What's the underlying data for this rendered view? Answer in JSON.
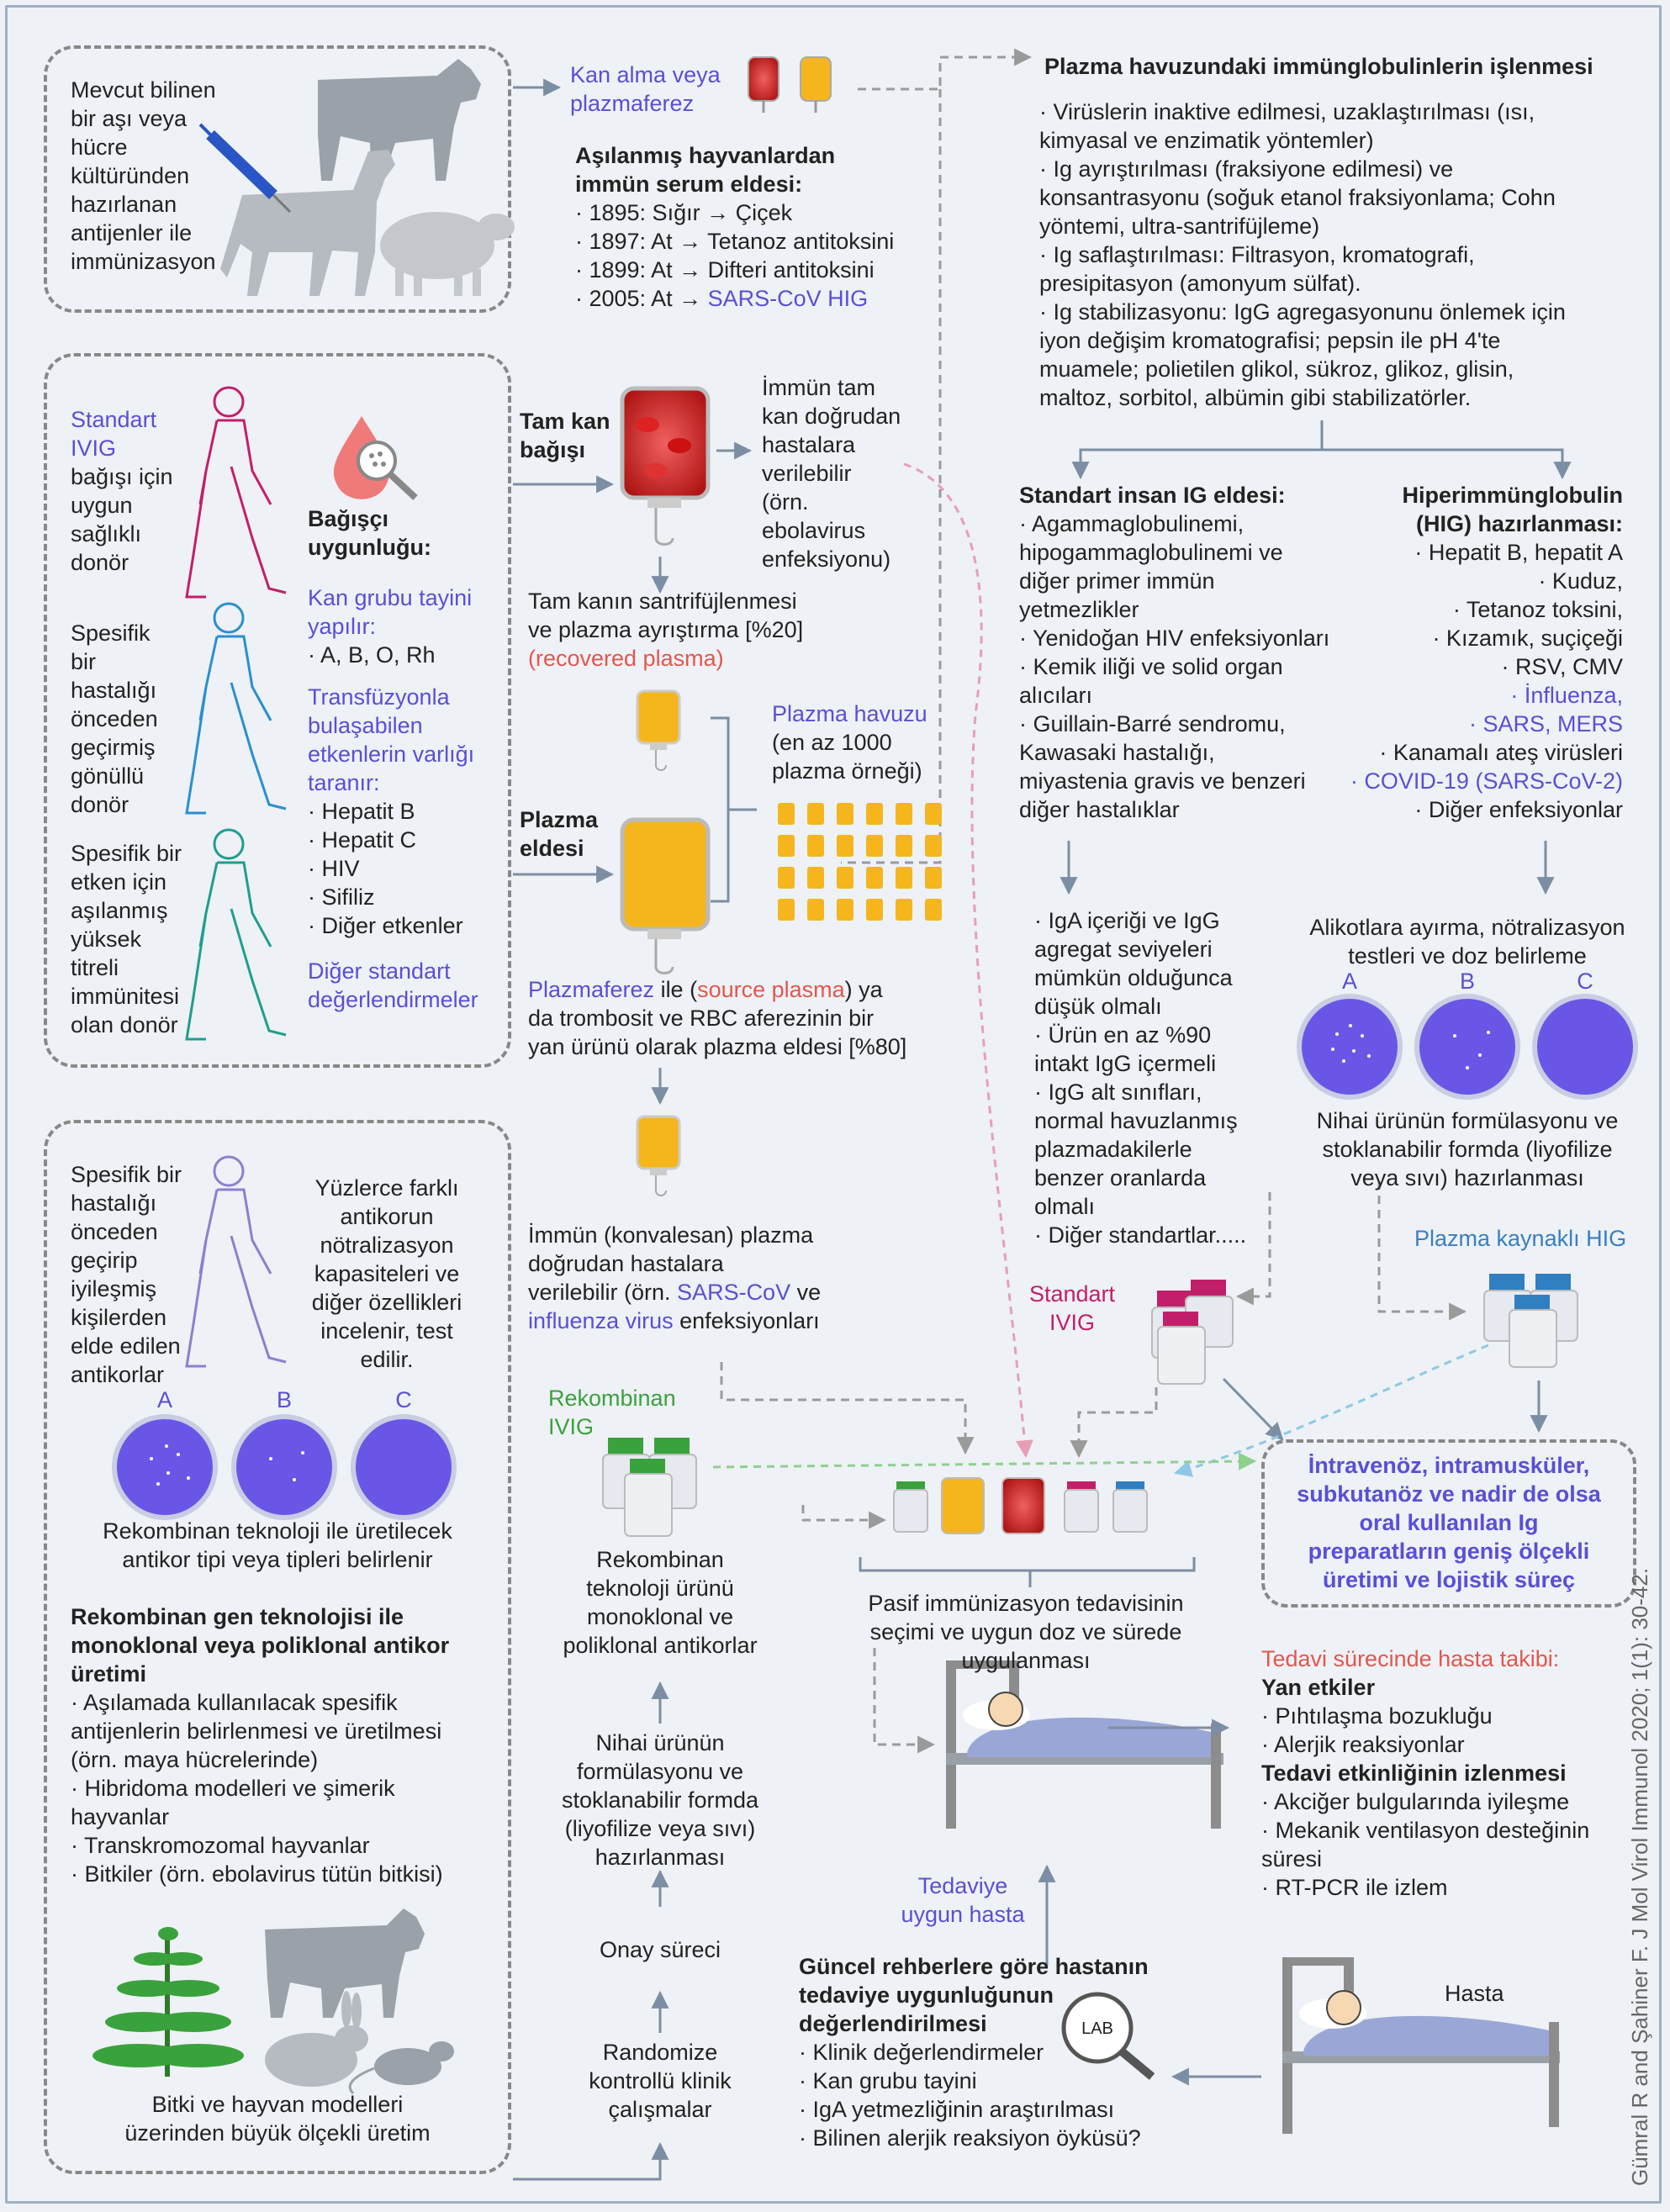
{
  "colors": {
    "text": "#222222",
    "blue": "#5a4fd6",
    "light_blue": "#3a7fc1",
    "red": "#e0584e",
    "pink": "#c21f6b",
    "green": "#3aa23c",
    "arrow": "#7c8ea3",
    "dashed": "#888888"
  },
  "animal_box": {
    "text": "Mevcut bilinen\nbir aşı veya\nhücre\nkültüründen\nhazırlanan\nantijenler ile\nimmünizasyon",
    "icons": [
      "cow-icon",
      "horse-icon",
      "sheep-icon",
      "syringe-icon"
    ]
  },
  "blood_collection": {
    "label": "Kan alma veya\nplazmaferez"
  },
  "serum": {
    "title": "Aşılanmış hayvanlardan\nimmün serum eldesi:",
    "items": [
      "· 1895: Sığır → Çiçek",
      "· 1897: At → Tetanoz antitoksini",
      "· 1899: At → Difteri antitoksini"
    ],
    "last_prefix": "· 2005: At → ",
    "last_highlight": "SARS-CoV HIG"
  },
  "processing": {
    "title": "Plazma havuzundaki immünglobulinlerin işlenmesi",
    "items": [
      "· Virüslerin inaktive edilmesi, uzaklaştırılması (ısı,\nkimyasal ve enzimatik yöntemler)",
      "· Ig ayrıştırılması (fraksiyone edilmesi) ve\nkonsantrasyonu (soğuk etanol fraksiyonlama; Cohn\nyöntemi, ultra-santrifüjleme)",
      "· Ig saflaştırılması: Filtrasyon, kromatografi,\npresipitasyon (amonyum sülfat).",
      "· Ig stabilizasyonu: IgG agregasyonunu önlemek için\niyon değişim kromatografisi; pepsin ile pH 4'te\nmuamele; polietilen glikol, sükroz, glikoz, glisin,\nmaltoz, sorbitol, albümin gibi stabilizatörler."
    ]
  },
  "donors": {
    "standard_hl": "Standart\nIVIG",
    "standard": "bağışı için\nuygun\nsağlıklı\ndonör",
    "specific": "Spesifik\nbir\nhastalığı\nönceden\ngeçirmiş\ngönüllü\ndonör",
    "vaccinated": "Spesifik bir\netken için\naşılanmış\nyüksek\ntitreli\nimmünitesi\nolan donör"
  },
  "eligibility": {
    "title": "Bağışçı\nuygunluğu:",
    "blood_type": "Kan grubu tayini\nyapılır:",
    "blood_type_vals": "· A, B, O, Rh",
    "screening": "Transfüzyonla\nbulaşabilen\netkenlerin varlığı\ntaranır:",
    "screen_items": "· Hepatit B\n· Hepatit C\n· HIV\n· Sifiliz\n· Diğer etkenler",
    "other": "Diğer standart\ndeğerlendirmeler"
  },
  "whole_blood": {
    "label": "Tam kan\nbağışı",
    "direct": "İmmün tam\nkan doğrudan\nhastalara\nverilebilir\n(örn.\nebolavirus\nenfeksiyonu)",
    "centrifuge": "Tam kanın santrifüjlenmesi\nve plazma ayrıştırma [%20]\n",
    "recovered": "(recovered plasma)"
  },
  "plasma": {
    "label": "Plazma\neldesi",
    "pool_hl": "Plazma havuzu",
    "pool": "(en az 1000\nplazma örneği)",
    "apheresis_hl": "Plazmaferez",
    "apheresis_1": " ile (",
    "source_hl": "source plasma",
    "apheresis_2": ") ya\nda trombosit ve RBC aferezinin bir\nyan ürünü olarak plazma eldesi [%80]"
  },
  "convalescent": {
    "text_1": "İmmün (konvalesan) plazma\ndoğrudan hastalara\nverilebilir (örn. ",
    "sars": "SARS-CoV",
    "text_2": " ve\n",
    "flu": "influenza virus",
    "text_3": " enfeksiyonları"
  },
  "standard_ig": {
    "title": "Standart insan IG eldesi:",
    "items": "· Agammaglobulinemi,\nhipogammaglobulinemi ve\ndiğer primer immün\nyetmezlikler\n· Yenidoğan HIV enfeksiyonları\n· Kemik iliği ve solid organ\nalıcıları\n· Guillain-Barré sendromu,\nKawasaki hastalığı,\nmiyastenia gravis ve benzeri\ndiğer hastalıklar"
  },
  "hig": {
    "title": "Hiperimmünglobulin\n(HIG) hazırlanması:",
    "items_1": "· Hepatit B, hepatit A\n· Kuduz,\n· Tetanoz toksini,\n· Kızamık, suçiçeği\n· RSV, CMV\n",
    "influenza": "· İnfluenza,\n· SARS, MERS",
    "items_2": "\n· Kanamalı ateş virüsleri\n",
    "covid": "· COVID-19 (SARS-CoV-2)",
    "items_3": "\n· Diğer enfeksiyonlar"
  },
  "iga": {
    "text": "· IgA içeriği ve IgG\nagregat seviyeleri\nmümkün olduğunca\ndüşük olmalı\n· Ürün en az %90\nintakt IgG içermeli\n· IgG alt sınıfları,\nnormal havuzlanmış\nplazmadakilerle\nbenzer oranlarda\nolmalı\n· Diğer standartlar....."
  },
  "aliquot": {
    "text": "Alikotlara ayırma, nötralizasyon\ntestleri ve doz belirleme",
    "plates": [
      "A",
      "B",
      "C"
    ],
    "final": "Nihai ürünün formülasyonu ve\nstoklanabilir formda (liyofilize\nveya sıvı) hazırlanması"
  },
  "standard_ivig": "Standart\nIVIG",
  "plasma_hig": "Plazma kaynaklı HIG",
  "production": "İntravenöz, intramusküler,\nsubkutanöz ve nadir de olsa\noral kullanılan Ig\npreparatların geniş ölçekli\nüretimi ve lojistik süreç",
  "recovered_ab": {
    "text": "Spesifik bir\nhastalığı\nönceden\ngeçirip\niyileşmiş\nkişilerden\nelde edilen\nantikorlar",
    "evaluated": "Yüzlerce farklı\nantikorun\nnötralizasyon\nkapasiteleri ve\ndiğer özellikleri\nincelenir, test\nedilir.",
    "plates": [
      "A",
      "B",
      "C"
    ],
    "types": "Rekombinan teknoloji ile üretilecek\nantikor tipi veya tipleri belirlenir"
  },
  "recombinant_gene": {
    "title": "Rekombinan gen teknolojisi ile\nmonoklonal veya poliklonal antikor\nüretimi",
    "items": "· Aşılamada kullanılacak spesifik\nantijenlerin belirlenmesi ve üretilmesi\n(örn. maya hücrelerinde)\n· Hibridoma modelleri ve şimerik\nhayvanlar\n· Transkromozomal hayvanlar\n· Bitkiler (örn. ebolavirus tütün bitkisi)",
    "models": "Bitki ve hayvan modelleri\nüzerinden büyük ölçekli üretim"
  },
  "recombinant_ivig": {
    "label": "Rekombinan\nIVIG",
    "product": "Rekombinan\nteknoloji ürünü\nmonoklonal ve\npoliklonal antikorlar",
    "final": "Nihai ürünün\nformülasyonu ve\nstoklanabilir formda\n(liyofilize veya sıvı)\nhazırlanması",
    "approval": "Onay süreci",
    "rct": "Randomize\nkontrollü klinik\nçalışmalar"
  },
  "passive": "Pasif immünizasyon tedavisinin\nseçimi ve uygun doz ve sürede\nuygulanması",
  "followup": {
    "title": "Tedavi sürecinde hasta takibi:",
    "side": "Yan etkiler",
    "side_items": "· Pıhtılaşma bozukluğu\n· Alerjik reaksiyonlar",
    "eff": "Tedavi etkinliğinin izlenmesi",
    "eff_items": "· Akciğer bulgularında iyileşme\n· Mekanik ventilasyon desteğinin\nsüresi\n· RT-PCR ile izlem"
  },
  "eligible_patient": "Tedaviye\nuygun hasta",
  "patient": "Hasta",
  "lab": "LAB",
  "guidelines": {
    "title": "Güncel rehberlere göre hastanın\ntedaviye uygunluğunun\ndeğerlendirilmesi",
    "items": "· Klinik değerlendirmeler\n· Kan grubu tayini\n· IgA yetmezliğinin araştırılması\n· Bilinen alerjik reaksiyon öyküsü?"
  },
  "credit": "Gümral R and Şahiner F. J Mol Virol Immunol 2020; 1(1): 30-42."
}
